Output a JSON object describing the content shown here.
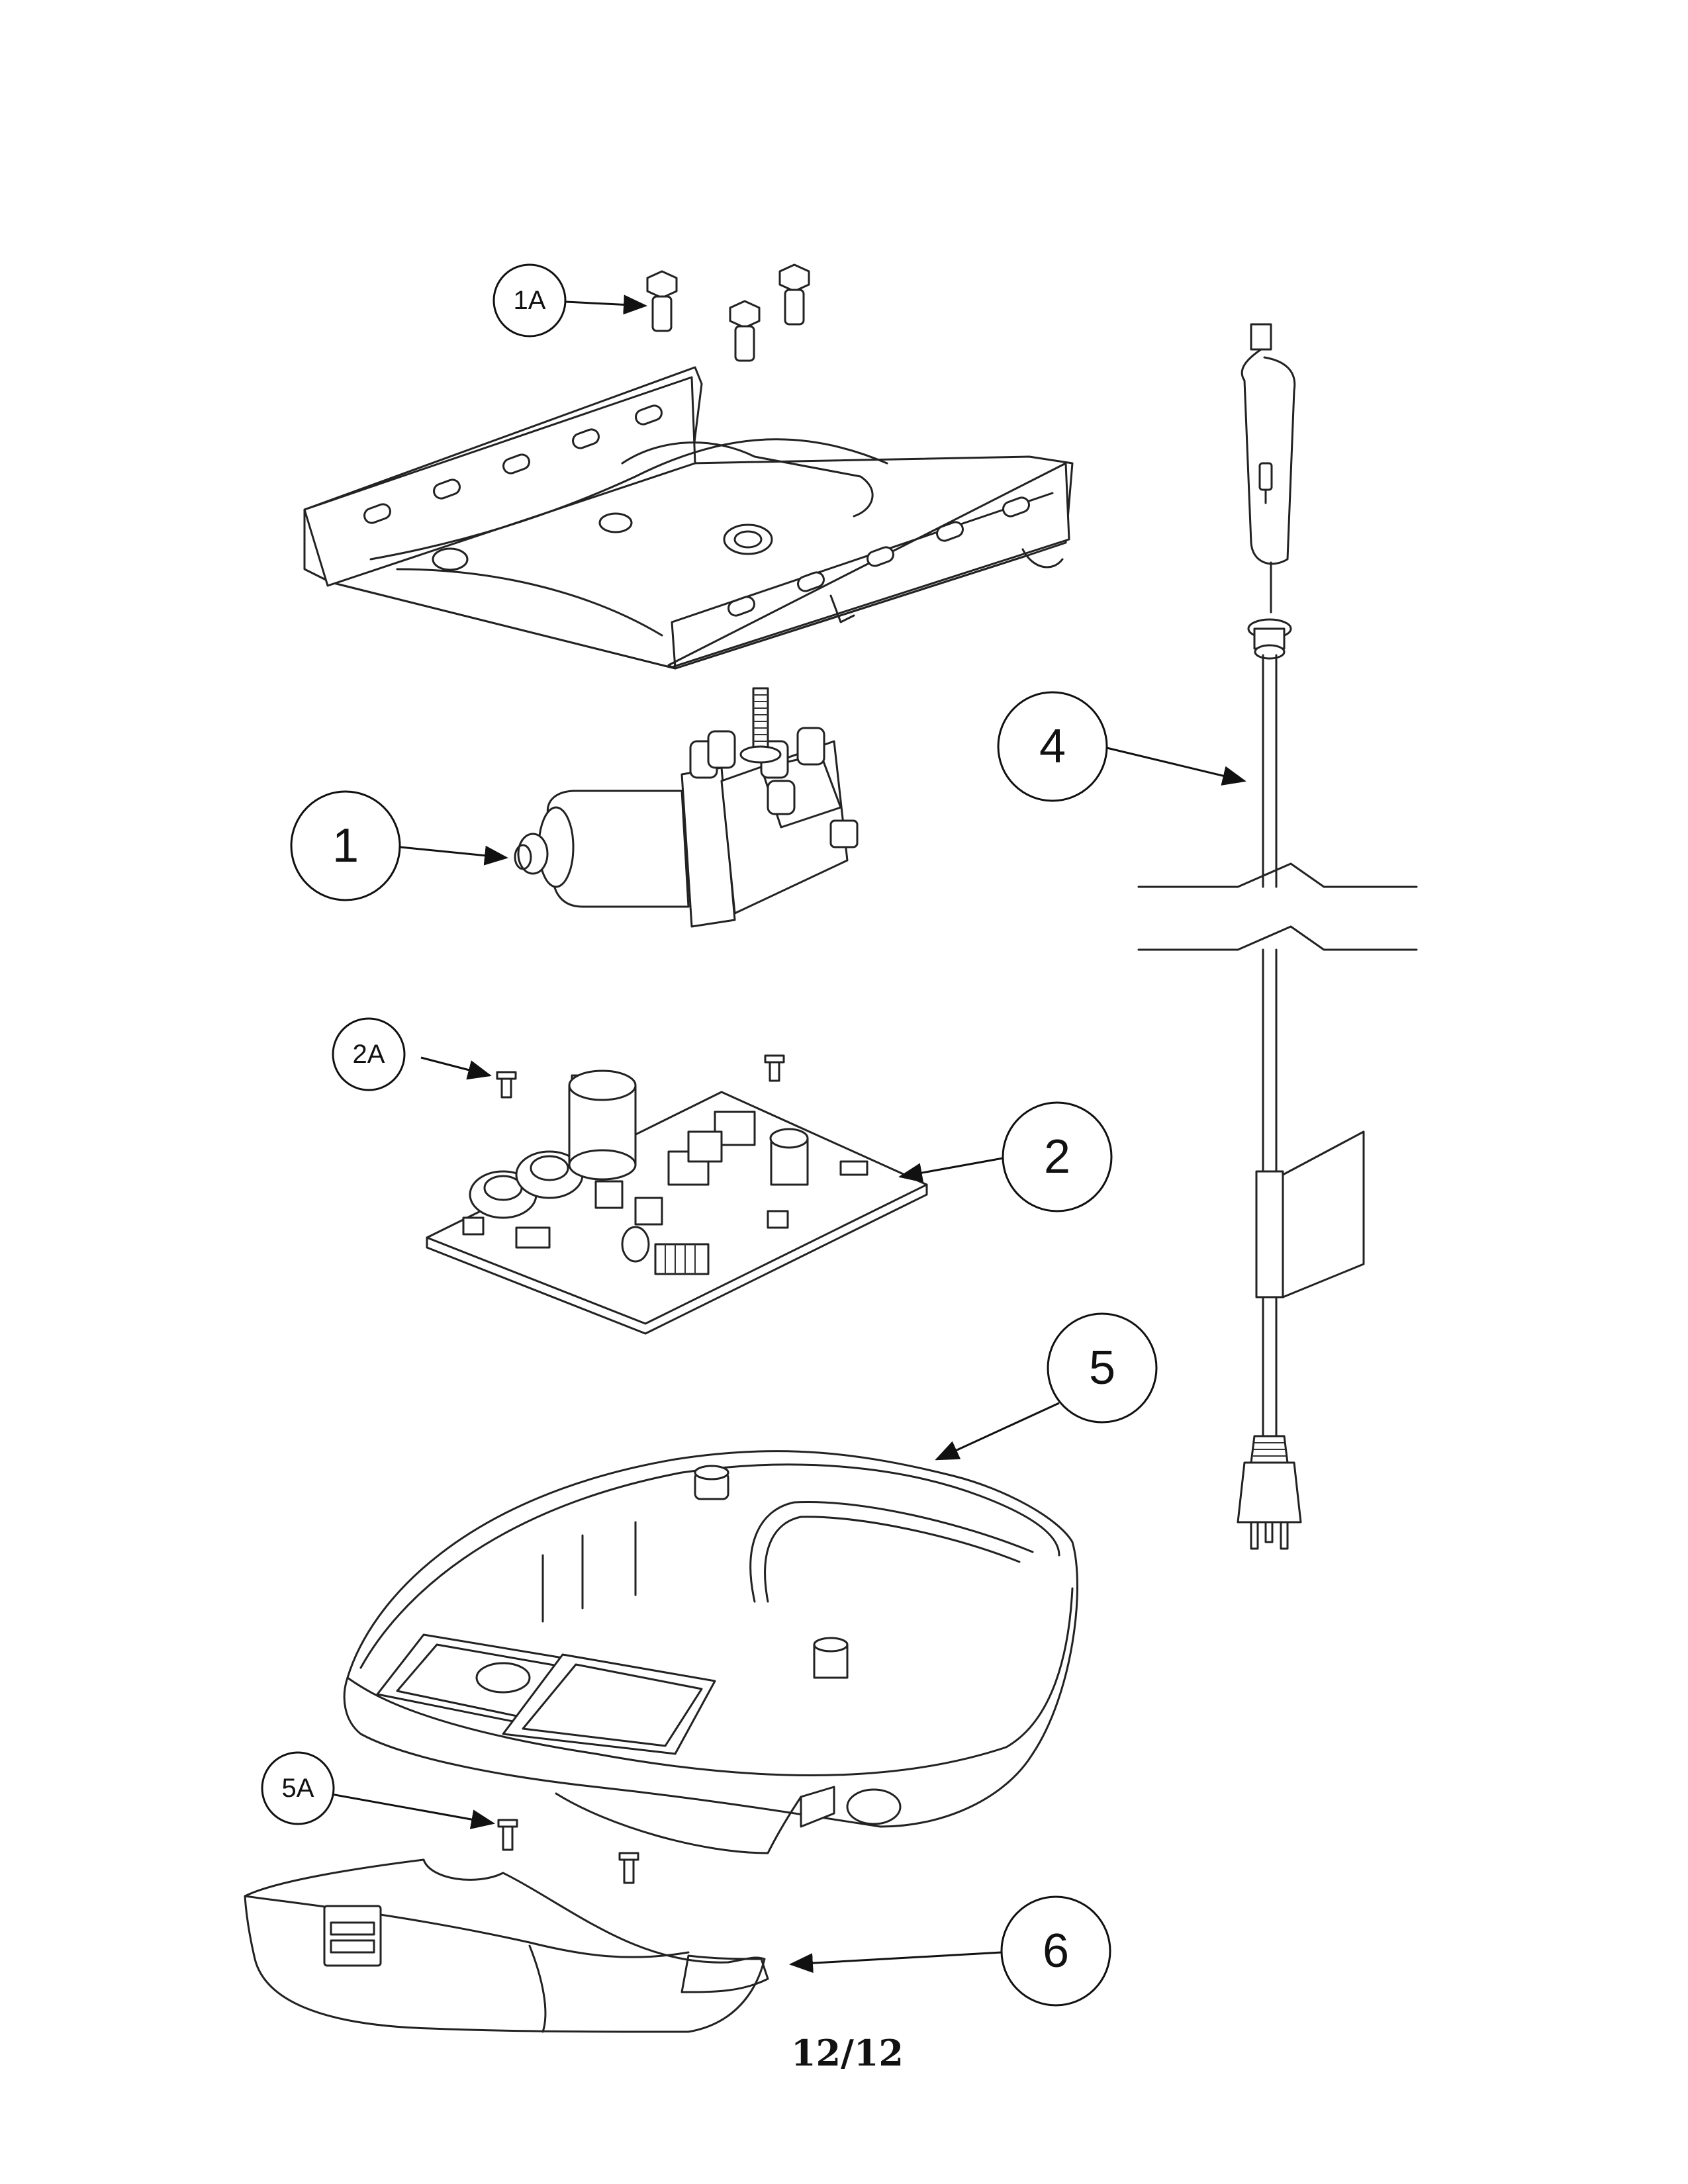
{
  "callouts": {
    "c1A": "1A",
    "c1": "1",
    "c2A": "2A",
    "c2": "2",
    "c4": "4",
    "c5": "5",
    "c5A": "5A",
    "c6": "6"
  },
  "page_number": "12/12"
}
